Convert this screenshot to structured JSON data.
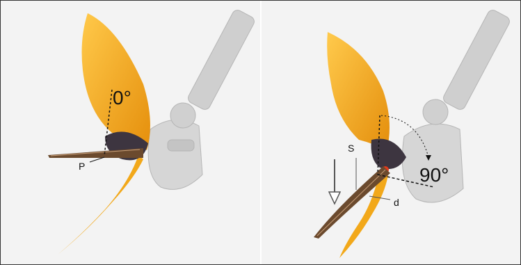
{
  "left_panel": {
    "angle_label": "0°",
    "petal_label": "P"
  },
  "right_panel": {
    "angle_label": "90°",
    "stamen_label": "S",
    "distance_label": "d"
  },
  "colors": {
    "petal": "#f7b322",
    "petal_dark": "#d9860a",
    "stamen": "#6b4a2e",
    "mount": "#c9c9c9",
    "background": "#f3f3f3"
  }
}
